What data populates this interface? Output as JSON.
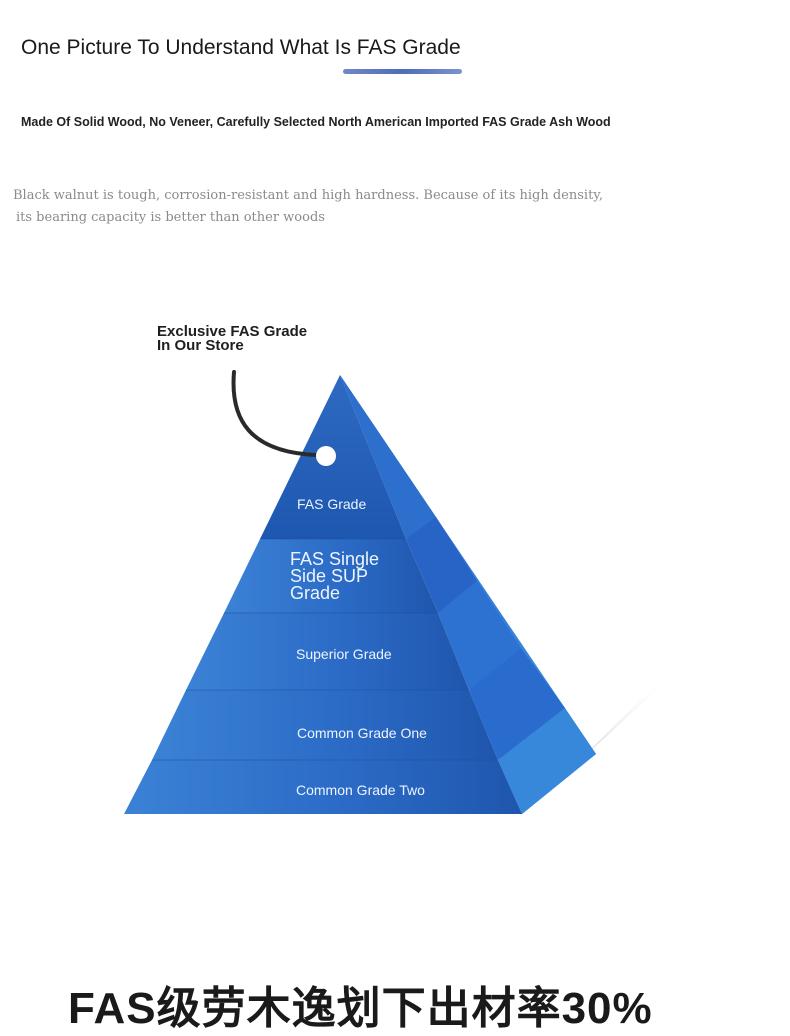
{
  "header": {
    "title": "One Picture To Understand What Is FAS Grade",
    "subtitle": "Made Of Solid Wood, No Veneer, Carefully Selected North American Imported FAS Grade Ash Wood"
  },
  "description": {
    "line1": "Black walnut is tough, corrosion-resistant and high hardness. Because of its high density,",
    "line2": "its bearing capacity is better than other woods"
  },
  "callout": {
    "line1": "Exclusive FAS Grade",
    "line2": "In Our Store"
  },
  "pyramid": {
    "levels": [
      {
        "label": "FAS Grade"
      },
      {
        "label_lines": [
          "FAS Single",
          "Side SUP",
          "Grade"
        ]
      },
      {
        "label": "Superior Grade"
      },
      {
        "label": "Common Grade One"
      },
      {
        "label": "Common Grade Two"
      }
    ]
  },
  "footer": {
    "partial_text": "FAS级劳木逸划下出材率30%"
  },
  "colors": {
    "pyramid_front": "#2a67c4",
    "pyramid_side": "#3a84da",
    "underline": "#5a74bd"
  }
}
